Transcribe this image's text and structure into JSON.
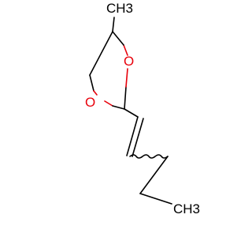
{
  "structure": {
    "atoms": [
      {
        "id": "CH3",
        "label": "CH3",
        "color": "#000000"
      },
      {
        "id": "O1",
        "label": "O",
        "color": "#e8000b"
      },
      {
        "id": "O2",
        "label": "O",
        "color": "#e8000b"
      },
      {
        "id": "CH3b",
        "label": "CH3",
        "color": "#000000"
      }
    ],
    "bond_color": "#000000",
    "heteroatom_color": "#e8000b"
  }
}
